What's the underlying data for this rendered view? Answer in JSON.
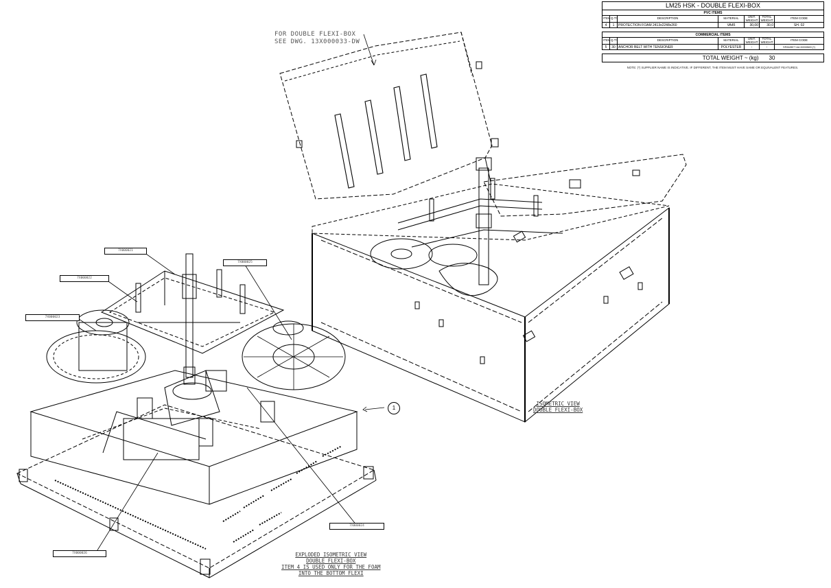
{
  "bom": {
    "title": "LM25 HSK - DOUBLE FLEXI-BOX",
    "headers": {
      "item": "ITEM",
      "qty": "Q.TY",
      "description": "DESCRIPTION",
      "material": "MATERIAL",
      "unit_weight": "UNIT. WEIGHT",
      "total_weight": "TOTAL WEIGHT",
      "item_code": "ITEM CODE"
    },
    "pvc": {
      "label": "PVC ITEMS",
      "rows": [
        {
          "item": "4",
          "qty": "1",
          "description": "PROTECTION FOAM 2413x2248x260",
          "material": "VA45",
          "unit_weight": "30,00",
          "total_weight": "30,0",
          "item_code": "SH. 02"
        }
      ]
    },
    "commercial": {
      "label": "COMMERCIAL ITEMS",
      "rows": [
        {
          "item": "5",
          "qty": "30",
          "description": "ANCHOR BELT WITH TENSIONER",
          "material": "POLYESTER",
          "unit_weight": "-",
          "total_weight": "-",
          "item_code": "SPANSET Art.D000569 (*)"
        }
      ]
    },
    "total_label": "TOTAL WEIGHT ~ (kg)",
    "total_value": "30",
    "note": "NOTE: (*) SUPPLIER NAME IS INDICATIVE. IF DIFFERENT, THE ITEM MUST HAVE SAME OR EQUIVALENT FEATURES."
  },
  "notes": {
    "ref_line1": "FOR DOUBLE FLEXI-BOX",
    "ref_line2": "SEE DWG. 13X000033-DW"
  },
  "views": {
    "isometric": [
      "ISOMETRIC VIEW",
      "DOUBLE FLEXI-BOX"
    ],
    "exploded": [
      "EXPLODED ISOMETRIC VIEW",
      "DOUBLE FLEXI-BOX",
      "ITEM 4 IS USED ONLY FOR THE FOAM",
      "INTO THE BOTTOM FLEXI"
    ]
  },
  "balloon": "1",
  "tags": {
    "top": "7X000021",
    "upper_left": "7X000022",
    "left": "7X000023",
    "right": "7X000025",
    "bottom_left": "7X000026",
    "bottom_right": "7X000024"
  },
  "colors": {
    "line": "#000000",
    "paper": "#ffffff"
  }
}
